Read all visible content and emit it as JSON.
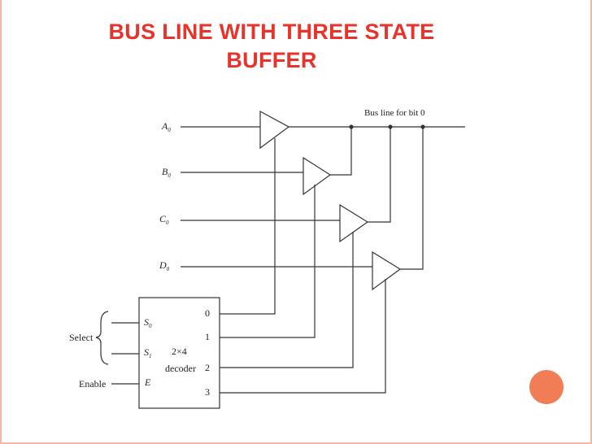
{
  "slide": {
    "title_line1": "BUS LINE WITH THREE STATE",
    "title_line2": "BUFFER"
  },
  "diagram": {
    "bus_label": "Bus line for bit 0",
    "inputs": {
      "a": {
        "letter": "A",
        "sub": "0"
      },
      "b": {
        "letter": "B",
        "sub": "0"
      },
      "c": {
        "letter": "C",
        "sub": "0"
      },
      "d": {
        "letter": "D",
        "sub": "0"
      }
    },
    "decoder": {
      "s0": {
        "letter": "S",
        "sub": "0"
      },
      "s1": {
        "letter": "S",
        "sub": "1"
      },
      "e": "E",
      "size": "2×4",
      "name": "decoder",
      "out0": "0",
      "out1": "1",
      "out2": "2",
      "out3": "3"
    },
    "select_label": "Select",
    "enable_label": "Enable"
  },
  "colors": {
    "title": "#e8322a",
    "border": "#f3b8a8",
    "accent_circle": "#f07d55",
    "wire": "#333333"
  }
}
